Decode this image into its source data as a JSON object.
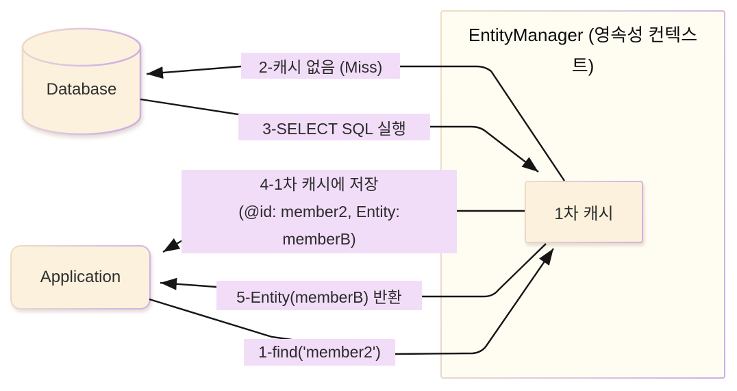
{
  "diagram": {
    "em_title_lines": [
      "EntityManager (영속성 컨텍스",
      "트)"
    ],
    "nodes": {
      "database": {
        "label": "Database"
      },
      "application": {
        "label": "Application"
      },
      "first_level_cache": {
        "label": "1차 캐시"
      }
    },
    "edges": {
      "e1": {
        "label": "1-find('member2')",
        "from": "application",
        "to": "first_level_cache"
      },
      "e2": {
        "label": "2-캐시 없음 (Miss)",
        "from": "first_level_cache",
        "to": "database"
      },
      "e3": {
        "label": "3-SELECT SQL 실행",
        "from": "database",
        "to": "first_level_cache"
      },
      "e4": {
        "lines": [
          "4-1차 캐시에 저장",
          "(@id: member2, Entity:",
          "memberB)"
        ],
        "from": "first_level_cache",
        "to": "application"
      },
      "e5": {
        "label": "5-Entity(memberB) 반환",
        "from": "first_level_cache",
        "to": "application"
      }
    },
    "palette": {
      "node_fill": "#fcf1dd",
      "context_fill": "#fffdf2",
      "edge_label_bg": "#f2ddf9",
      "border_tan": "#eedfc2",
      "border_lavender": "#cfaee6",
      "arrow_color": "#161616",
      "text_color": "#222222"
    }
  }
}
